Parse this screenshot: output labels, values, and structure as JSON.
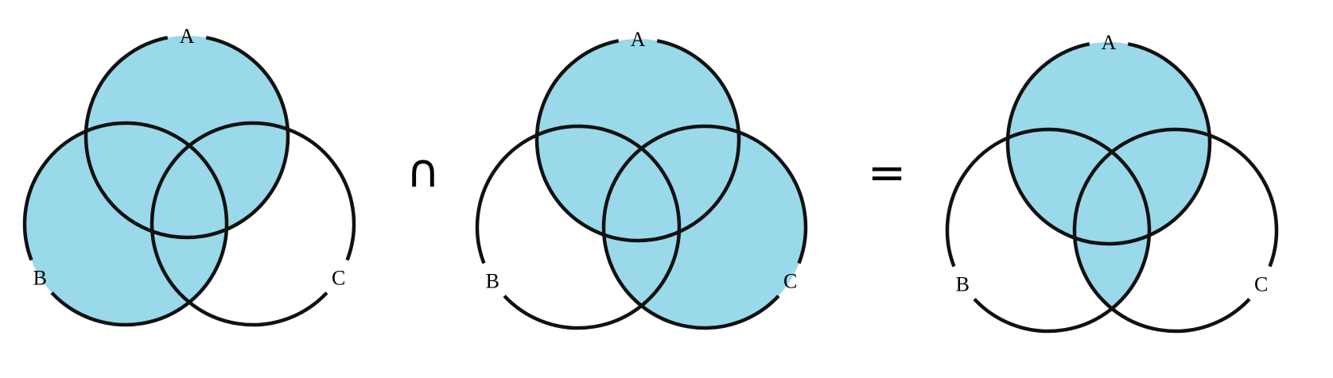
{
  "colors": {
    "fill": "#99d9ea",
    "stroke": "#111111",
    "background": "#ffffff",
    "text": "#000000"
  },
  "diagrams": [
    {
      "id": "left",
      "description_key": "A union B",
      "labels": {
        "A": "A",
        "B": "B",
        "C": "C"
      },
      "regions": {
        "A_only": true,
        "B_only": true,
        "C_only": false,
        "AB_only": true,
        "AC_only": true,
        "BC_only": true,
        "ABC": true
      }
    },
    {
      "id": "middle",
      "description_key": "A union C",
      "labels": {
        "A": "A",
        "B": "B",
        "C": "C"
      },
      "regions": {
        "A_only": true,
        "B_only": false,
        "C_only": true,
        "AB_only": true,
        "AC_only": true,
        "BC_only": true,
        "ABC": true
      }
    },
    {
      "id": "right",
      "description_key": "A union (B intersect C)",
      "labels": {
        "A": "A",
        "B": "B",
        "C": "C"
      },
      "regions": {
        "A_only": true,
        "B_only": false,
        "C_only": false,
        "AB_only": true,
        "AC_only": true,
        "BC_only": true,
        "ABC": true
      }
    }
  ],
  "operators": {
    "intersection": "∩",
    "equals": "="
  }
}
